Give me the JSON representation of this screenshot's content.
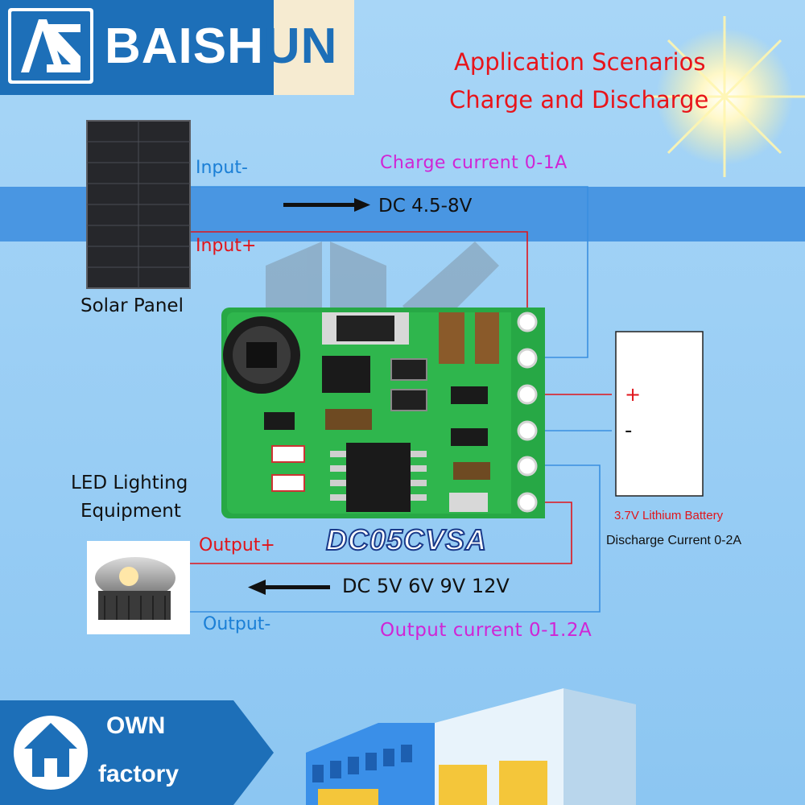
{
  "brand": {
    "name_part1": "BAISH",
    "name_part2": "UN"
  },
  "title": {
    "line1": "Application Scenarios",
    "line2": "Charge and Discharge"
  },
  "input": {
    "negative_label": "Input-",
    "positive_label": "Input+",
    "voltage": "DC 4.5-8V",
    "charge_current": "Charge current 0-1A"
  },
  "solar_panel": {
    "label": "Solar Panel"
  },
  "module": {
    "model": "DC05CVSA"
  },
  "battery": {
    "plus": "+",
    "minus": "-",
    "name": "3.7V Lithium Battery",
    "discharge_current": "Discharge Current 0-2A"
  },
  "output": {
    "positive_label": "Output+",
    "negative_label": "Output-",
    "voltages": "DC 5V 6V 9V 12V",
    "output_current": "Output current 0-1.2A"
  },
  "led": {
    "label_line1": "LED Lighting",
    "label_line2": "Equipment"
  },
  "factory_badge": {
    "line1": "OWN",
    "line2": "factory"
  },
  "colors": {
    "positive_wire": "#e0151b",
    "negative_wire": "#3a8fe0",
    "background": "#9fd0f5",
    "pcb": "#27a845"
  }
}
